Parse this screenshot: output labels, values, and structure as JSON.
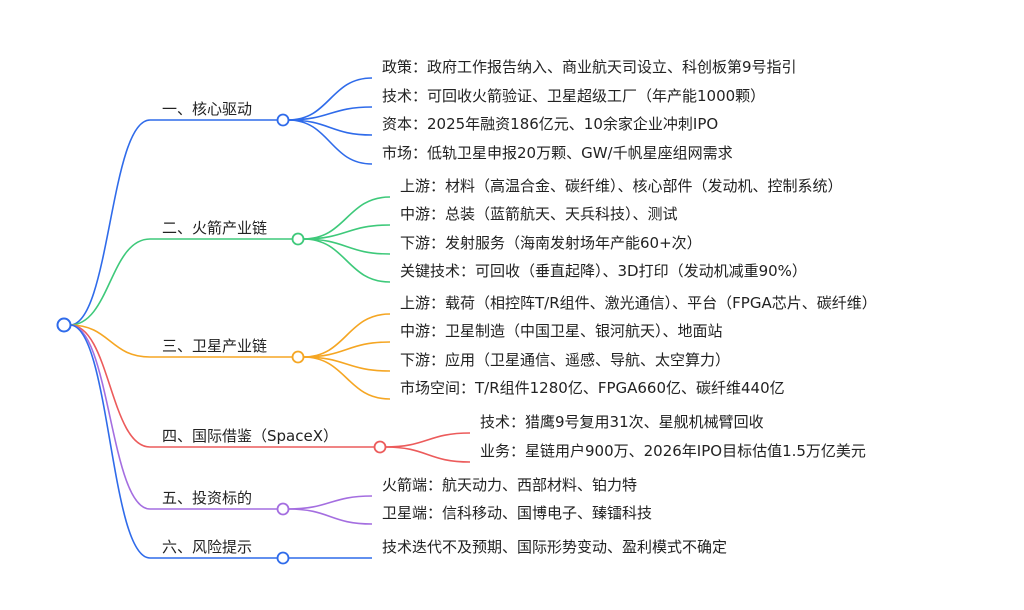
{
  "mindmap": {
    "branches": [
      {
        "label": "一、核心驱动",
        "color": "#2f6bea",
        "children": [
          "政策：政府工作报告纳入、商业航天司设立、科创板第9号指引",
          "技术：可回收火箭验证、卫星超级工厂（年产能1000颗）",
          "资本：2025年融资186亿元、10余家企业冲刺IPO",
          "市场：低轨卫星申报20万颗、GW/千帆星座组网需求"
        ]
      },
      {
        "label": "二、火箭产业链",
        "color": "#3ec97a",
        "children": [
          "上游：材料（高温合金、碳纤维）、核心部件（发动机、控制系统）",
          "中游：总装（蓝箭航天、天兵科技）、测试",
          "下游：发射服务（海南发射场年产能60+次）",
          "关键技术：可回收（垂直起降）、3D打印（发动机减重90%）"
        ]
      },
      {
        "label": "三、卫星产业链",
        "color": "#f5a623",
        "children": [
          "上游：载荷（相控阵T/R组件、激光通信）、平台（FPGA芯片、碳纤维）",
          "中游：卫星制造（中国卫星、银河航天）、地面站",
          "下游：应用（卫星通信、遥感、导航、太空算力）",
          "市场空间：T/R组件1280亿、FPGA660亿、碳纤维440亿"
        ]
      },
      {
        "label": "四、国际借鉴（SpaceX）",
        "color": "#ec5b5b",
        "children": [
          "技术：猎鹰9号复用31次、星舰机械臂回收",
          "业务：星链用户900万、2026年IPO目标估值1.5万亿美元"
        ]
      },
      {
        "label": "五、投资标的",
        "color": "#a46ee0",
        "children": [
          "火箭端：航天动力、西部材料、铂力特",
          "卫星端：信科移动、国博电子、臻镭科技"
        ]
      },
      {
        "label": "六、风险提示",
        "color": "#2f6bea",
        "children": [
          "技术迭代不及预期、国际形势变动、盈利模式不确定"
        ]
      }
    ]
  }
}
